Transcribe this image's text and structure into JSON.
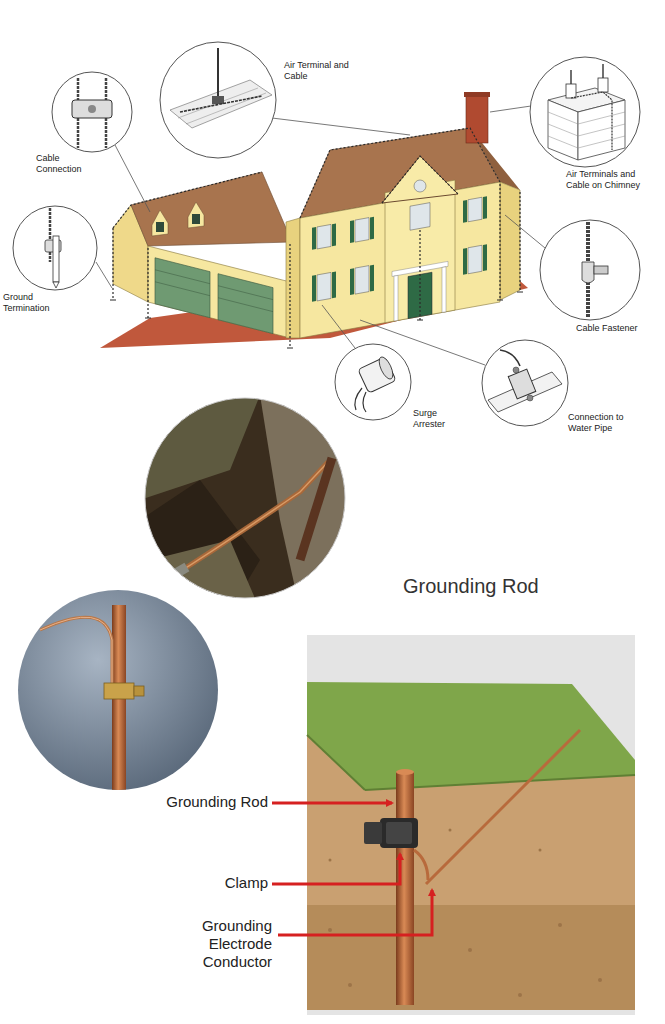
{
  "diagram": {
    "labels": [
      "Air Terminal and Cable",
      "Cable Connection",
      "Air Terminals and Cable on Chimney",
      "Ground Termination",
      "Cable Fastener",
      "Surge Arrester",
      "Connection to Water Pipe",
      "Grounding Rod",
      "Grounding Rod",
      "Clamp",
      "Grounding Electrode Conductor"
    ]
  }
}
